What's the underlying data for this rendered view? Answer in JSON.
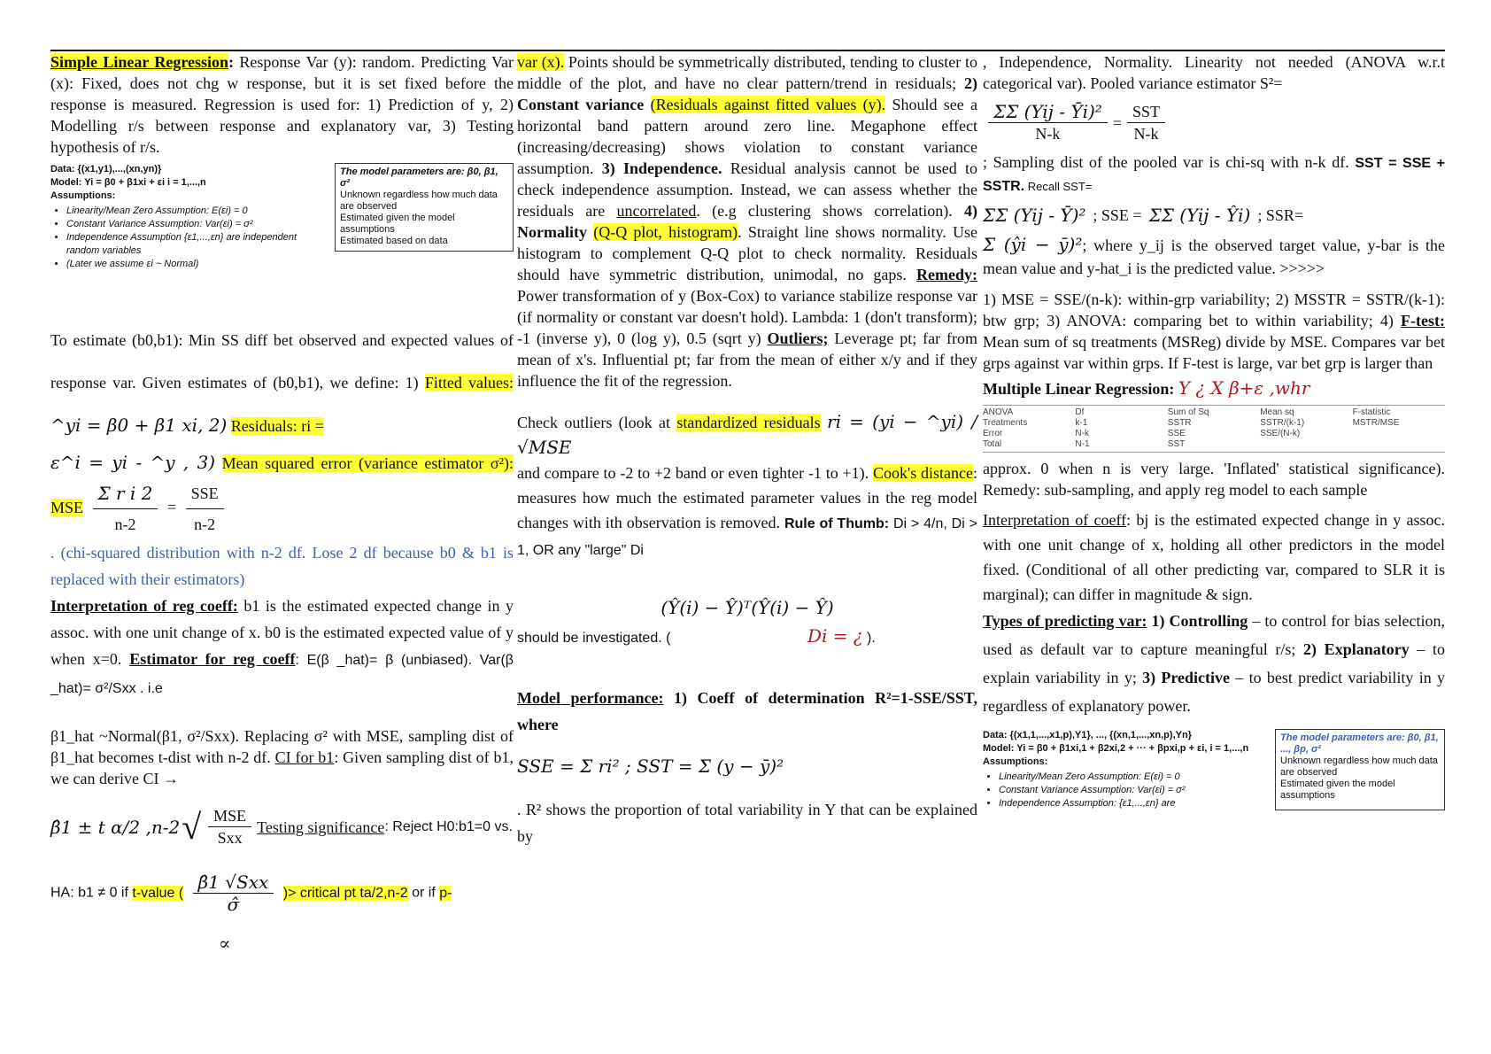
{
  "col1": {
    "title": "Simple Linear Regression",
    "title_colon": ":",
    "intro_a": " Response Var (y): random. Predicting Var (x): Fixed, does not chg w response, but it is set fixed before the response is measured. Regression is used for: 1) Prediction of y, 2) Modelling r/s between response and explanatory var, 3) Testing hypothesis of r/s.",
    "slr_box": {
      "data_line": "Data: {(x1,y1),...,(xn,yn)}",
      "model_line": "Model: Yi = β0 + β1xi + εi  i = 1,...,n",
      "assumptions_label": "Assumptions:",
      "assumptions": [
        "Linearity/Mean Zero Assumption: E(εi) = 0",
        "Constant Variance Assumption: Var(εi) = σ²",
        "Independence Assumption {ε1,...,εn} are independent random variables",
        "(Later we assume εi ~ Normal)"
      ],
      "params_title": "The model parameters are: β0, β1, σ²",
      "params": [
        "Unknown regardless how much data are observed",
        "Estimated given the model assumptions",
        "Estimated based on data"
      ]
    },
    "estimate_text": "To estimate (b0,b1): Min SS diff bet observed and expected values of response var. Given estimates of (b0,b1), we define: 1)",
    "fitted_label": "Fitted values:",
    "fitted_formula": "^yi  =  β0  +  β1 xi, 2)",
    "residuals_label": "Residuals: ri =",
    "residual_formula": "ε^i = yi - ^y , 3)",
    "mse_label": "Mean squared error (variance estimator σ²): MSE",
    "mse_num": "Σ r i 2",
    "mse_den": "n-2",
    "sse": "SSE",
    "n2": "n-2",
    "chi_text": ". (chi-squared distribution with n-2 df. Lose 2 df because b0 & b1 is replaced with their estimators)",
    "interp_title": "Interpretation of reg coeff:",
    "interp_text": " b1 is the estimated expected change in y assoc. with one unit change of x. b0 is the estimated expected value of y when x=0. ",
    "estimator_title": "Estimator for reg coeff",
    "estimator_text": ": E(β _hat)= β (unbiased). Var(β _hat)= σ²/Sxx . i.e",
    "beta_dist_text": "β1_hat ~Normal(β1, σ²/Sxx). Replacing σ² with MSE, sampling dist of β1_hat becomes t-dist with n-2 df. ",
    "ci_title": "CI for b1",
    "ci_text": ": Given sampling dist of b1, we can derive CI →",
    "ci_formula_left": "β̂1 ± t α/2 ,n-2",
    "ci_formula_mse": "MSE",
    "ci_formula_sxx": "Sxx",
    "testing_title": "Testing significance",
    "testing_text": ": Reject H0:b1=0 vs.",
    "ha_text": "HA: b1 ≠ 0 if ",
    "tvalue_label": "t-value (",
    "tstat_num": "β̂1 √Sxx",
    "tstat_den": "σ̂",
    "critical_label": ")> critical pt ta/2,n-2",
    "or_if": " or if ",
    "p_label": "p-",
    "alpha_sym": "∝"
  },
  "col2": {
    "var_label": "var (x).",
    "var_text": " Points should be symmetrically distributed, tending to cluster to middle of the plot, and have no clear pattern/trend in residuals; ",
    "cv_title": "2) Constant variance",
    "cv_hl": "(Residuals against fitted values (y).",
    "cv_text": " Should see a horizontal band pattern around zero line. Megaphone effect (increasing/decreasing) shows violation to constant variance assumption. ",
    "ind_title": "3) Independence.",
    "ind_text": " Residual analysis cannot be used to check independence assumption. Instead, we can assess whether the residuals are ",
    "uncorrelated": "uncorrelated",
    "corr_text": ". (e.g clustering shows correlation). ",
    "norm_title": "4) Normality",
    "norm_hl": "(Q-Q plot, histogram)",
    "norm_text": ". Straight line shows normality. Use histogram to complement Q-Q plot to check normality. Residuals should have symmetric distribution, unimodal, no gaps. ",
    "remedy_title": "Remedy:",
    "remedy_text": " Power transformation of y (Box-Cox) to variance stabilize response var (if normality or constant var doesn't hold). Lambda: 1 (don't transform); -1 (inverse y), 0 (log y), 0.5 (sqrt y) ",
    "outliers_title": "Outliers;",
    "outliers_text": " Leverage pt; far from mean of x's. Influential pt; far from the mean of either x/y and if they influence the fit of the regression.",
    "check_text": "Check outliers (look at ",
    "std_res": "standardized residuals",
    "std_res_formula": "ri = (yi − ^yi) / √MSE",
    "compare_text": "and compare to -2 to +2 band or even tighter -1 to +1). ",
    "cooks": "Cook's distance",
    "cooks_text": ": measures how much the estimated parameter values in the reg model changes with ith observation is removed. ",
    "rule_title": "Rule of Thumb:",
    "rule_text": " Di > 4/n,  Di > 1, OR any \"large\" Di",
    "investigate_text": "should be investigated. (",
    "cook_formula": "(Ŷ(i) − Ŷ)ᵀ(Ŷ(i) − Ŷ)",
    "cook_di": "Di = ¿",
    "close_paren": ").",
    "model_perf_title": "Model performance:",
    "r2_text": " 1) Coeff of determination R²=1-SSE/SST, where",
    "sse_formula": "SSE = Σ ri²  ;  SST = Σ (y − ȳ)²",
    "r2_shows": ". R² shows the proportion of total variability in Y that can be explained by"
  },
  "col3": {
    "top_text": ", Independence, Normality. Linearity not needed (ANOVA w.r.t categorical var). Pooled variance estimator S²=",
    "pooled_num": "ΣΣ (Yij - Ȳi)²",
    "pooled_den": "N-k",
    "sst_num": "SST",
    "sst_den": "N-k",
    "sampling_text": "; Sampling dist of the pooled var is chi-sq with n-k df. ",
    "sst_eq": "SST = SSE + SSTR.",
    "recall_text": " Recall SST=",
    "sst_formula": "ΣΣ (Yij - Ȳ)²",
    "sse_eq": "; SSE =",
    "sse_formula": "ΣΣ (Yij - Ŷi)",
    "ssr_eq": "; SSR=",
    "ssr_formula": "Σ (ŷi − ȳ)²",
    "where_text": "; where y_ij is the observed target value, y-bar is the mean value and y-hat_i is the predicted value. >>>>>",
    "mse_text": " 1) MSE = SSE/(n-k): within-grp variability; 2) MSSTR = SSTR/(k-1): btw grp; 3) ANOVA: comparing bet to within variability; 4) ",
    "ftest_title": "F-test:",
    "ftest_text": " Mean sum of sq treatments (MSReg) divide by MSE. Compares var bet grps against var within grps. If F-test is large, var bet grp is larger than",
    "mlr_title": "Multiple Linear Regression:",
    "mlr_formula": "Y ¿ X β+ε ,whr",
    "anova_headers": [
      "ANOVA",
      "Df",
      "Sum of Sq",
      "Mean sq",
      "F-statistic"
    ],
    "anova_rows": [
      [
        "Treatments",
        "k-1",
        "SSTR",
        "SSTR/(k-1)",
        "MSTR/MSE"
      ],
      [
        "Error",
        "N-k",
        "SSE",
        "SSE/(N-k)",
        ""
      ],
      [
        "Total",
        "N-1",
        "SST",
        "",
        ""
      ]
    ],
    "approx_text": "approx. 0 when n is very large. 'Inflated' statistical significance). Remedy: sub-sampling, and apply reg model to each sample",
    "interp_title": "Interpretation of coeff",
    "interp_text": ": bj is the estimated expected change in y assoc. with one unit change of x, holding all other predictors in the model fixed. (Conditional of all other predicting var, compared to SLR it is marginal); can differ in magnitude & sign.",
    "types_title": "Types of predicting var:",
    "types_text_1": " 1) Controlling",
    "types_text_2": " – to control for bias selection, used as default var to capture meaningful r/s; ",
    "explanatory": "2) Explanatory",
    "explanatory_text": " – to explain variability in y; ",
    "predictive": "3) Predictive",
    "predictive_text": " – to best predict variability in y regardless of explanatory power.",
    "mlr_box": {
      "data_line": "Data: {(x1,1,...,x1,p),Y1}, ..., {(xn,1,...,xn,p),Yn}",
      "model_line": "Model: Yi = β0 + β1xi,1 + β2xi,2 + ··· + βpxi,p + εi,  i = 1,...,n",
      "assumptions_label": "Assumptions:",
      "assumptions": [
        "Linearity/Mean Zero Assumption: E(εi) = 0",
        "Constant Variance Assumption: Var(εi) = σ²",
        "Independence Assumption: {ε1,...,εn} are"
      ],
      "params_title": "The model parameters are: β0, β1, ..., βp, σ²",
      "params": [
        "Unknown regardless how much data are observed",
        "Estimated given the model assumptions"
      ]
    }
  }
}
